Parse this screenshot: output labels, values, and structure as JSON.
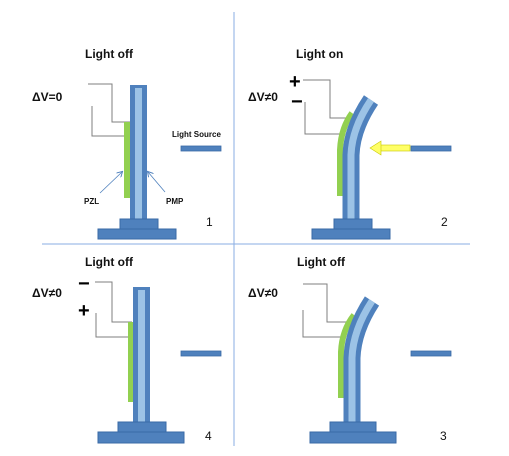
{
  "colors": {
    "divider": "#8aaee3",
    "base": "#4f81bd",
    "base_stroke": "#3a6aa6",
    "beam_outer": "#4f81bd",
    "beam_inner": "#9cc3e6",
    "piezo": "#92d050",
    "wire": "#7f7f7f",
    "light_source": "#4f81bd",
    "beam_light": "#ffff66",
    "arrow_thin": "#4f81bd"
  },
  "panels": [
    {
      "number": "1",
      "title": "Light off",
      "voltage": "ΔV=0",
      "light_source_label": "Light Source",
      "pzl_label": "PZL",
      "pmp_label": "PMP"
    },
    {
      "number": "2",
      "title": "Light on",
      "voltage": "ΔV≠0",
      "sign_top": "+",
      "sign_bottom": "−"
    },
    {
      "number": "4",
      "title": "Light off",
      "voltage": "ΔV≠0",
      "sign_top": "−",
      "sign_bottom": "+"
    },
    {
      "number": "3",
      "title": "Light off",
      "voltage": "ΔV≠0"
    }
  ]
}
